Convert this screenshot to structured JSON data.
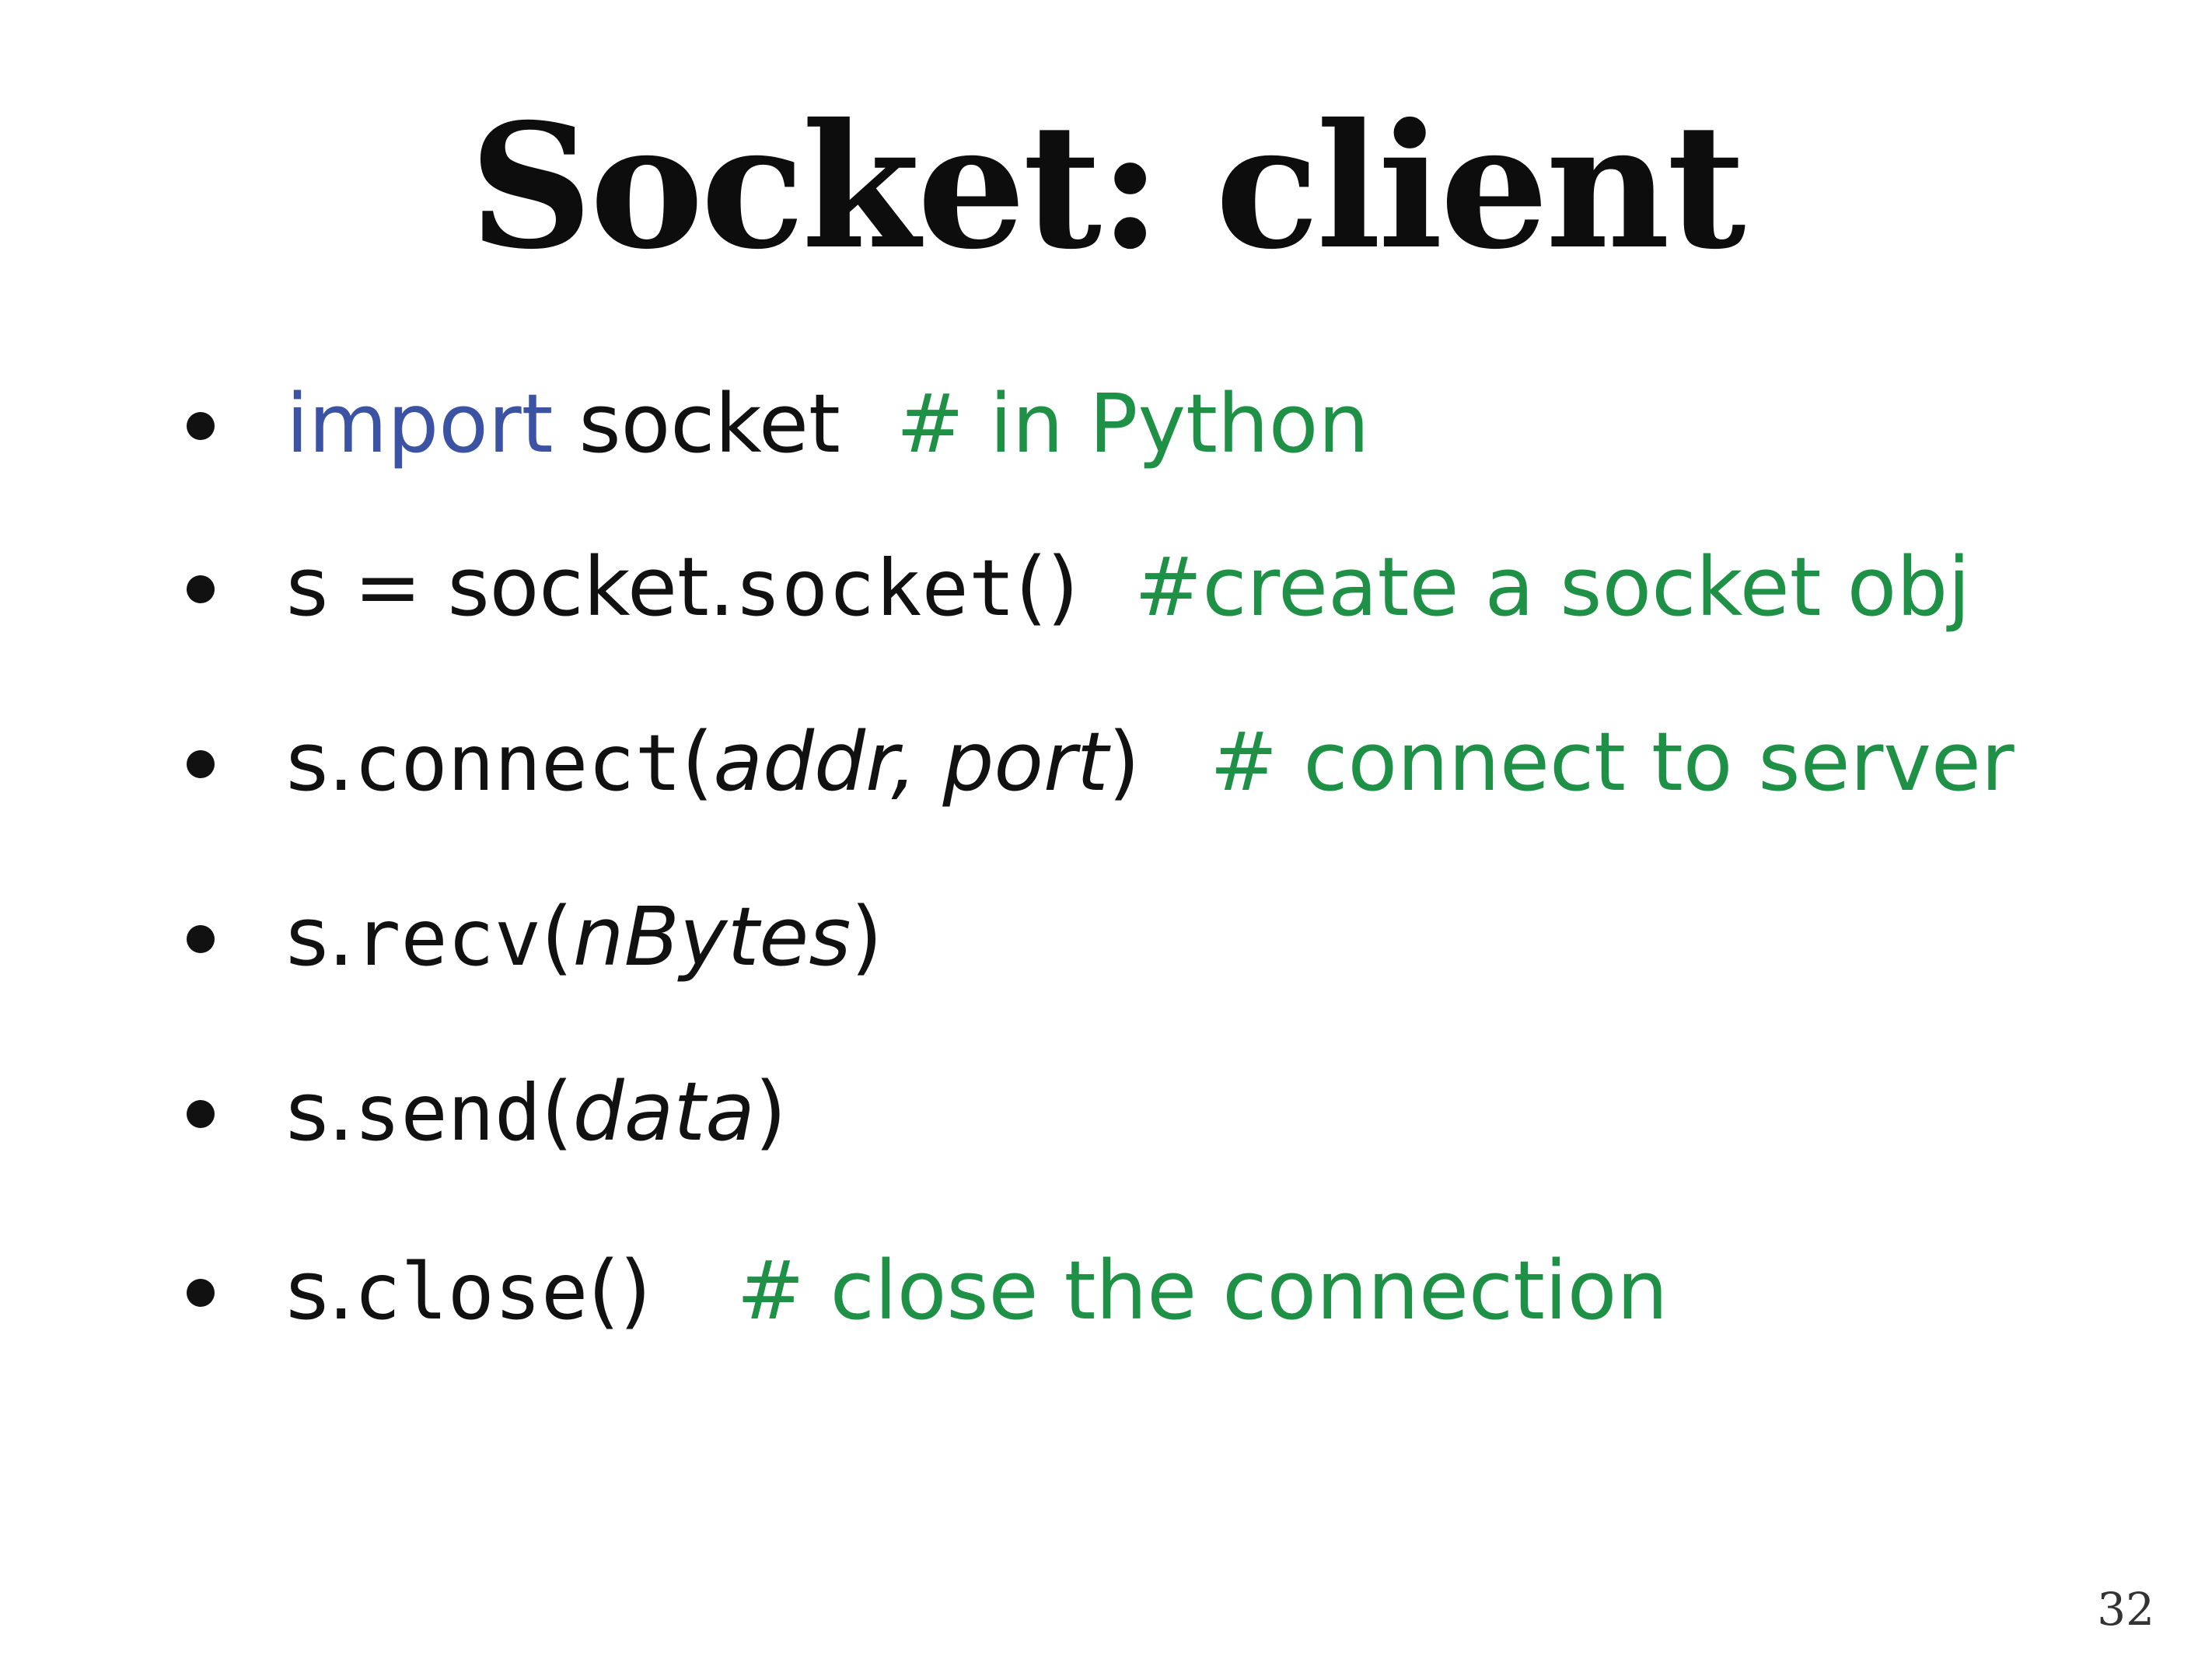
{
  "slide": {
    "title": "Socket: client",
    "page_number": "32",
    "colors": {
      "keyword": "#3c53a4",
      "comment": "#1e9147",
      "text": "#111111"
    },
    "bullets": [
      {
        "keyword": "import",
        "rest": " socket",
        "comment": "# in Python"
      },
      {
        "prefix": "s = socket.",
        "method": "socket",
        "suffix": "()",
        "comment": "#create a socket obj"
      },
      {
        "prefix": "s.",
        "method": "connect",
        "open": "(",
        "args": "addr, port",
        "close": ")",
        "comment": "# connect to server"
      },
      {
        "prefix": "s.",
        "method": "recv",
        "open": "(",
        "args": "nBytes",
        "close": ")"
      },
      {
        "prefix": "s.",
        "method": "send",
        "open": "(",
        "args": "data",
        "close": ")"
      },
      {
        "prefix": "s.",
        "method": "close",
        "suffix": "()",
        "comment": "# close the connection"
      }
    ]
  }
}
